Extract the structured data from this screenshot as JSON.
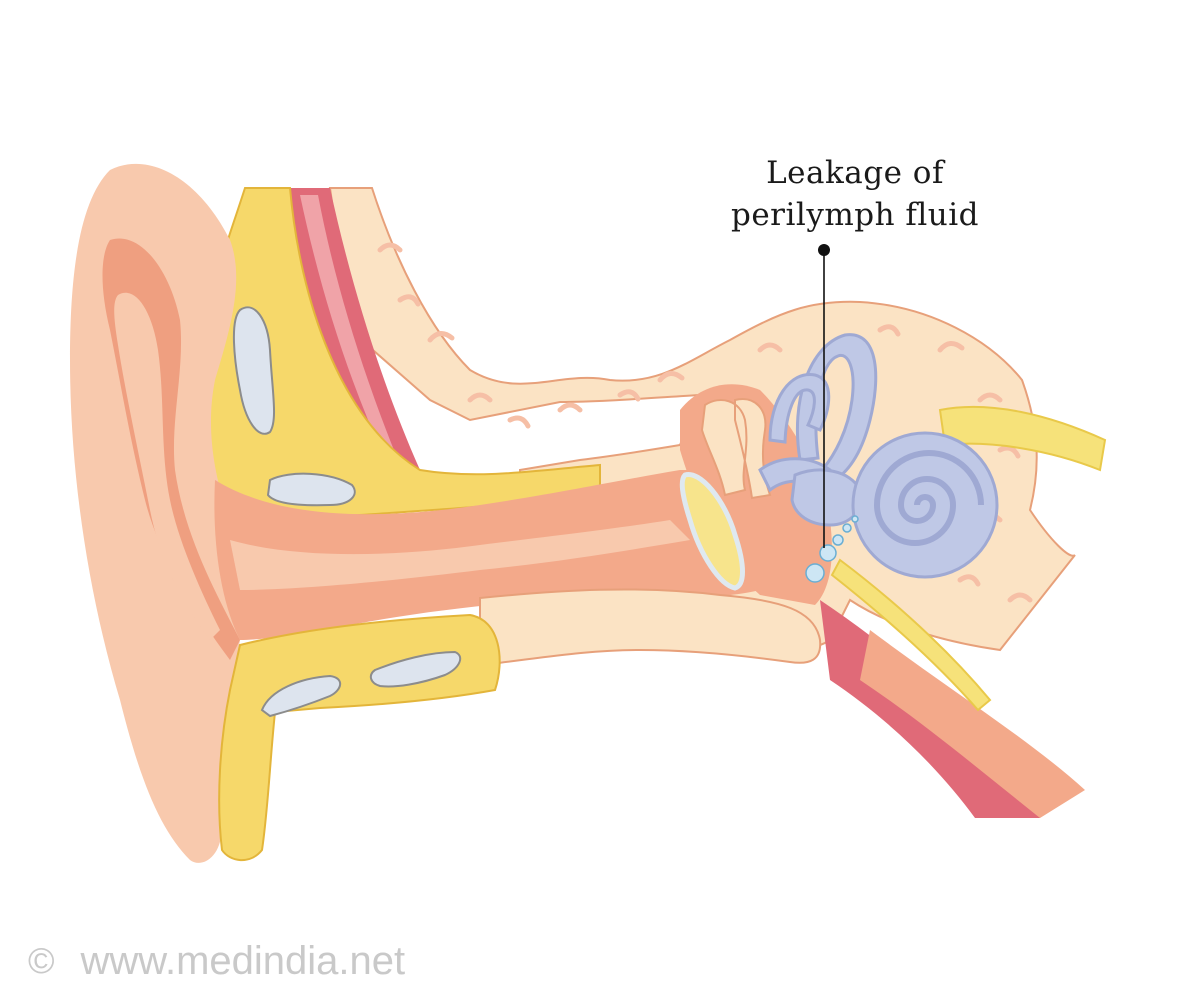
{
  "diagram": {
    "callout_line1": "Leakage of",
    "callout_line2": "perilymph fluid",
    "colors": {
      "skin": "#f8c9ad",
      "skin_dark": "#ef9f80",
      "canal": "#f3a98a",
      "bone": "#fbe3c4",
      "bone_marks": "#f6bfa6",
      "fat": "#f6d86a",
      "fat_outline": "#e3b53a",
      "cavity": "#dde4ee",
      "muscle": "#e06a78",
      "muscle_light": "#f0a3a8",
      "inner_ear": "#bfc8e6",
      "inner_ear_outline": "#9fa9d3",
      "eardrum": "#f7e48c",
      "nerve": "#f6e27a",
      "fluid": "#cde6f4"
    }
  },
  "watermark": {
    "copyright_symbol": "©",
    "site": "www.medindia.net"
  }
}
